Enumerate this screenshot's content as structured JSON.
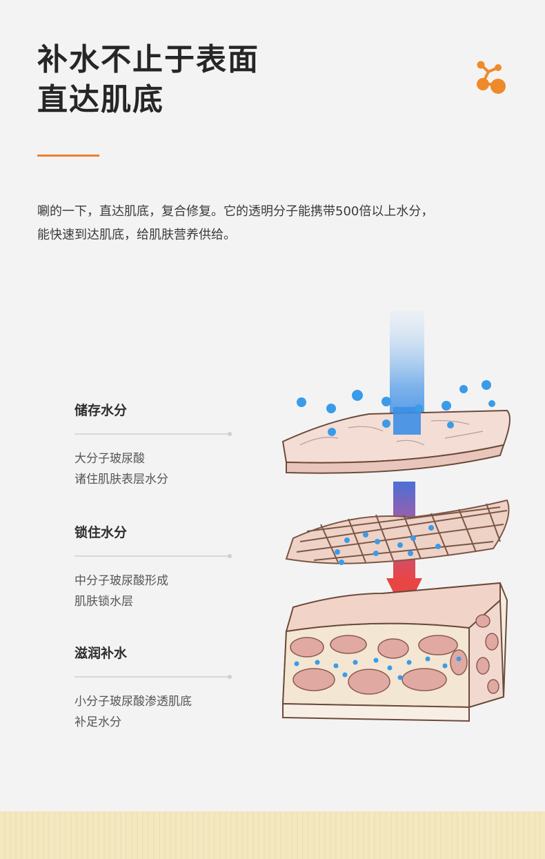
{
  "header": {
    "title_line1": "补水不止于表面",
    "title_line2": "直达肌底"
  },
  "intro": {
    "line1": "唰的一下，直达肌底，复合修复。它的透明分子能携带500倍以上水分，",
    "line2": "能快速到达肌底，给肌肤营养供给。"
  },
  "features": [
    {
      "title": "储存水分",
      "desc1": "大分子玻尿酸",
      "desc2": "诸住肌肤表层水分"
    },
    {
      "title": "锁住水分",
      "desc1": "中分子玻尿酸形成",
      "desc2": "肌肤锁水层"
    },
    {
      "title": "滋润补水",
      "desc1": "小分子玻尿酸渗透肌底",
      "desc2": "补足水分"
    }
  ],
  "icons": {
    "molecule": "molecule-icon"
  },
  "colors": {
    "accent": "#ee7d2c",
    "water": "#3a9be8",
    "arrow_red": "#e84a4a",
    "skin": "#f1d9cf"
  }
}
